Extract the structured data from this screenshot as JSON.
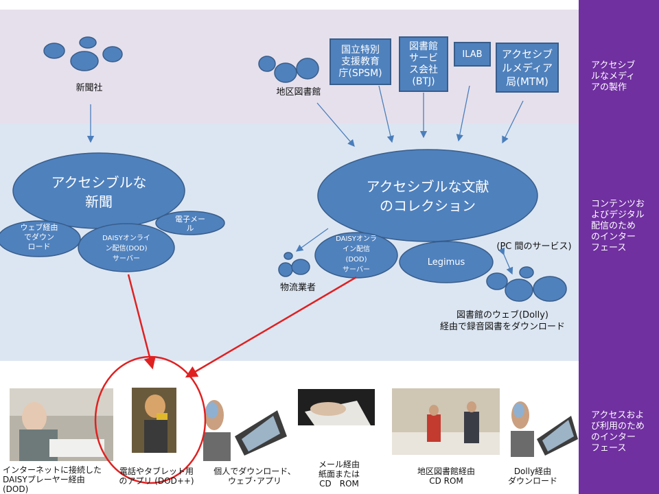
{
  "sidebar": {
    "production": "アクセシブ\nルなメディ\nアの製作",
    "interfaces": "コンテンツお\nよびデジタル\n配信のため\nのインター\nフェース",
    "access": "アクセスおよ\nび利用のため\nのインター\nフェース"
  },
  "top": {
    "newspaper_company": "新聞社",
    "regional_library": "地区図書館",
    "spsm": "国立特別\n支援教育\n庁(SPSM)",
    "btj": "図書館\nサービ\nス会社\n(BTJ)",
    "ilab": "ILAB",
    "mtm": "アクセシブ\nルメディア\n局(MTM)"
  },
  "middle": {
    "accessible_newspaper": "アクセシブルな\n新聞",
    "web_download": "ウェブ経由\nでダウン\nロード",
    "daisy_online_left": "DAISYオンライ\nン配信(DOD)\nサーバー",
    "email": "電子メー\nル",
    "collection": "アクセシブルな文献\nのコレクション",
    "daisy_online_right": "DAISYオンラ\nイン配信\n(DOD)\nサーバー",
    "legimus": "Legimus",
    "pc_service": "(PC 間のサービス)",
    "logistics": "物流業者",
    "dolly": "図書館のウェブ(Dolly)\n経由で録音図書をダウンロード"
  },
  "bottom": {
    "captions": [
      "インターネットに接続した\nDAISYプレーヤー経由\n(DOD)",
      "電話やタブレット用\nのアプリ (DOD++)",
      "個人でダウンロード、\nウェブ･アプリ",
      "メール経由\n紙面または\nCD　ROM",
      "地区図書館経由\nCD ROM",
      "Dolly経由\nダウンロード"
    ]
  },
  "colors": {
    "sidebar": "#7030a0",
    "ellipse_fill": "#4f81bd",
    "ellipse_stroke": "#385d8a",
    "arrow_blue": "#4a7ebb",
    "arrow_red": "#e02020"
  }
}
